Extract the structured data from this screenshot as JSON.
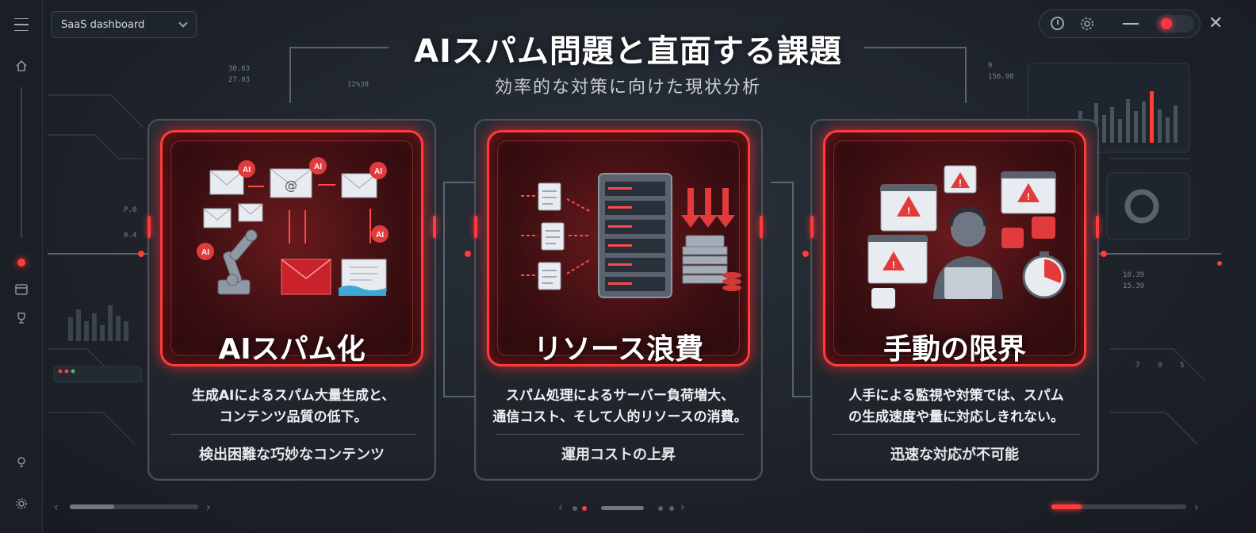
{
  "app": {
    "workspace_select": "SaaS dashboard"
  },
  "header": {
    "title": "AIスパム問題と直面する課題",
    "subtitle": "効率的な対策に向けた現状分析"
  },
  "cards": [
    {
      "title": "AIスパム化",
      "description_line1": "生成AIによるスパム大量生成と、",
      "description_line2": "コンテンツ品質の低下。",
      "footer": "検出困難な巧妙なコンテンツ",
      "icon_badge": "AI"
    },
    {
      "title": "リソース浪費",
      "description_line1": "スパム処理によるサーバー負荷増大、",
      "description_line2": "通信コスト、そして人的リソースの消費。",
      "footer": "運用コストの上昇"
    },
    {
      "title": "手動の限界",
      "description_line1": "人手による監視や対策では、スパム",
      "description_line2": "の生成速度や量に対応しきれない。",
      "footer": "迅速な対応が不可能"
    }
  ],
  "background_numbers": {
    "left_a": "30.63",
    "left_b": "27.03",
    "left_c": "12%38",
    "left_d": "P.0",
    "left_e": "0.4",
    "right_a": "0",
    "right_b": "156.98",
    "right_c": "10.39",
    "right_d": "15.39",
    "right_e": "7",
    "right_f": "9",
    "right_g": "5"
  },
  "colors": {
    "accent": "#ff3b3b",
    "background": "#1c2129",
    "card_border": "#4a525d"
  },
  "icons": {
    "rail": [
      "menu-icon",
      "home-icon",
      "record-dot",
      "panel-icon",
      "trophy-icon",
      "lightbulb-icon",
      "settings-icon"
    ],
    "window": [
      "history-icon",
      "settings-icon",
      "minimize-icon",
      "toggle",
      "close-icon"
    ]
  }
}
